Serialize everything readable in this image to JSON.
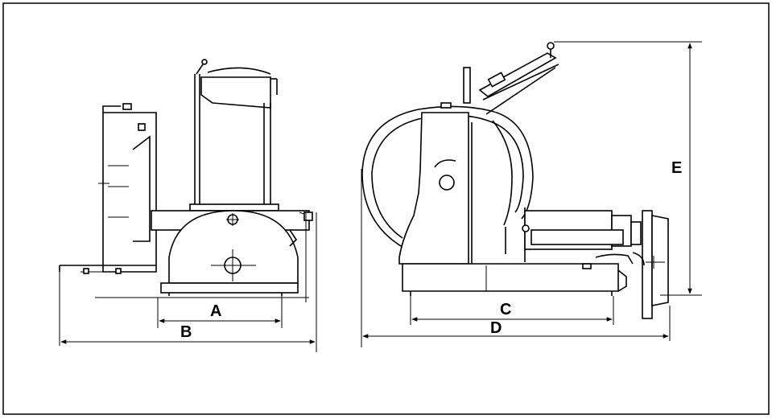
{
  "dimensions": {
    "A": "A",
    "B": "B",
    "C": "C",
    "D": "D",
    "E": "E"
  },
  "colors": {
    "ink": "#000000",
    "background": "#ffffff"
  }
}
